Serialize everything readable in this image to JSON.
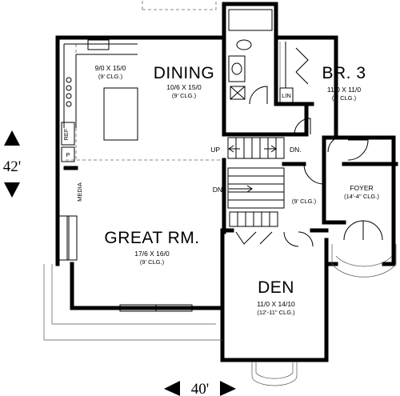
{
  "rooms": {
    "dining": {
      "name": "DINING",
      "size": "10/6  X  15/0",
      "ceiling": "(9' CLG.)"
    },
    "kitchen": {
      "size": "9/0  X  15/0",
      "ceiling": "(9' CLG.)"
    },
    "br3": {
      "name": "BR. 3",
      "size": "11/0  X  11/0",
      "ceiling": "(9' CLG.)"
    },
    "great_rm": {
      "name": "GREAT RM.",
      "size": "17/6  X  16/0",
      "ceiling": "(9' CLG.)"
    },
    "den": {
      "name": "DEN",
      "size": "11/0  X  14/10",
      "ceiling": "(12'-11\" CLG.)"
    },
    "foyer": {
      "name": "FOYER",
      "ceiling": "(14'-4\" CLG.)"
    },
    "hall": {
      "ceiling": "(9' CLG.)"
    }
  },
  "labels": {
    "ref": "REF",
    "pantry": "P",
    "media": "MEDIA",
    "linen": "LIN",
    "stair_up": "UP",
    "stair_dn": "DN.",
    "stair_dn2": "DN"
  },
  "dimensions": {
    "depth": "42'",
    "width": "40'"
  }
}
